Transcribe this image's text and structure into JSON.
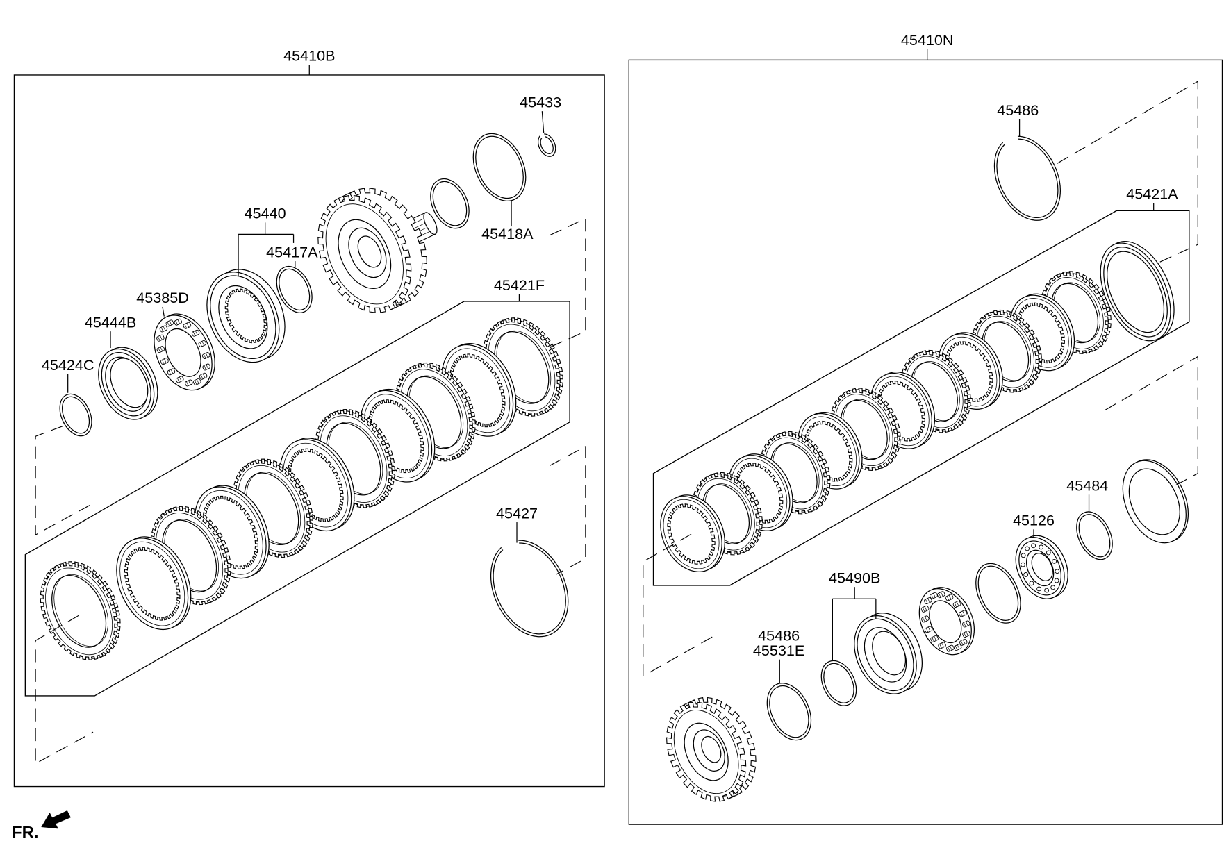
{
  "assembly_left": "45410B",
  "assembly_right": "45410N",
  "callouts_left": {
    "c45433": "45433",
    "c45418A": "45418A",
    "c45440": "45440",
    "c45417A": "45417A",
    "c45385D": "45385D",
    "c45444B": "45444B",
    "c45424C": "45424C",
    "c45421F": "45421F",
    "c45427": "45427"
  },
  "callouts_right": {
    "c45486_top": "45486",
    "c45421A": "45421A",
    "c45484": "45484",
    "c45126": "45126",
    "c45490B": "45490B",
    "c45486_bottom": "45486",
    "c45531E": "45531E"
  },
  "direction": {
    "label": "FR.",
    "icon": "front-direction-arrow-icon"
  }
}
